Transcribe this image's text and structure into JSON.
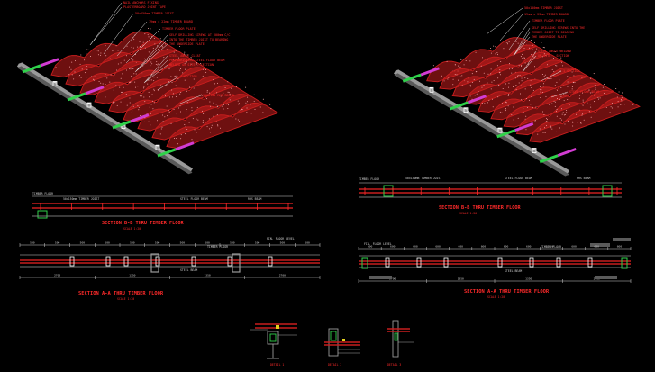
{
  "colors": {
    "background": "#000000",
    "deck_red": "#c81e1e",
    "note_red": "#ff2a2a",
    "beam_grey": "#9a9a9a",
    "steel_dark": "#5a5a5a",
    "joist_green": "#2fd14a",
    "joist_magenta": "#d23cd2",
    "leader_white": "#e8e8e8",
    "dim_white": "#cfcfcf",
    "yellow": "#e6d21e"
  },
  "iso_left": {
    "notes": [
      "NAIL ANCHORS FIXING",
      "PLASTERBOARD JOINT TAPE",
      "50x150mm TIMBER JOIST",
      "19mm x 22mm TIMBER BOARD",
      "TIMBER FLOOR PLATE",
      "SELF DRILLING SCREWS AT 600mm C/C",
      "INTO THE TIMBER JOIST TO BEARING",
      "THE UNDERSIDE PLATE",
      "STEEL ANGLE CLEAT",
      "PREFABRICATED STEEL FLOOR BEAM",
      "WELDED ON SITE - SECTION",
      "1 SECTION",
      "100x100 RHS BEAMS"
    ]
  },
  "iso_right": {
    "notes": [
      "50x150mm TIMBER JOIST",
      "19mm x 22mm TIMBER BOARD",
      "TIMBER FLOOR PLATE",
      "SELF DRILLING SCREWS INTO THE",
      "TIMBER JOIST TO BEARING",
      "THE UNDERSIDE PLATE",
      "STEEL ANGLE WELDED",
      "ON SITE - SECTION",
      "1 SECTION",
      "STEEL FLOOR BEAM"
    ]
  },
  "section_bb": {
    "title": "SECTION B-B THRU TIMBER FLOOR",
    "scale": "SCALE 1:20",
    "labels": [
      "TIMBER FLOOR",
      "50x150mm TIMBER JOIST",
      "STEEL FLOOR BEAM",
      "RHS BEAM"
    ]
  },
  "section_aa_left": {
    "title": "SECTION A-A THRU TIMBER FLOOR",
    "scale": "SCALE 1:20",
    "dims_top": [
      "500",
      "500",
      "500",
      "500",
      "500",
      "500",
      "500",
      "500",
      "500",
      "500",
      "500",
      "500"
    ],
    "dims_bottom": [
      "2700",
      "1350",
      "1350",
      "2700"
    ],
    "labels": [
      "FIN. FLOOR LEVEL",
      "TIMBER FLOOR",
      "STEEL BEAM"
    ]
  },
  "section_aa_right": {
    "title": "SECTION A-A THRU TIMBER FLOOR",
    "scale": "SCALE 1:20",
    "dims_top": [
      "600",
      "600",
      "600",
      "600",
      "600",
      "600",
      "600",
      "600",
      "600",
      "600",
      "600",
      "600"
    ],
    "dims_bottom": [
      "2700",
      "1350",
      "1350",
      "2700"
    ],
    "labels": [
      "FIN. FLOOR LEVEL",
      "TIMBER FLOOR",
      "STEEL BEAM"
    ]
  },
  "details": {
    "labels": [
      "DETAIL 1",
      "DETAIL 2",
      "DETAIL 3"
    ]
  }
}
